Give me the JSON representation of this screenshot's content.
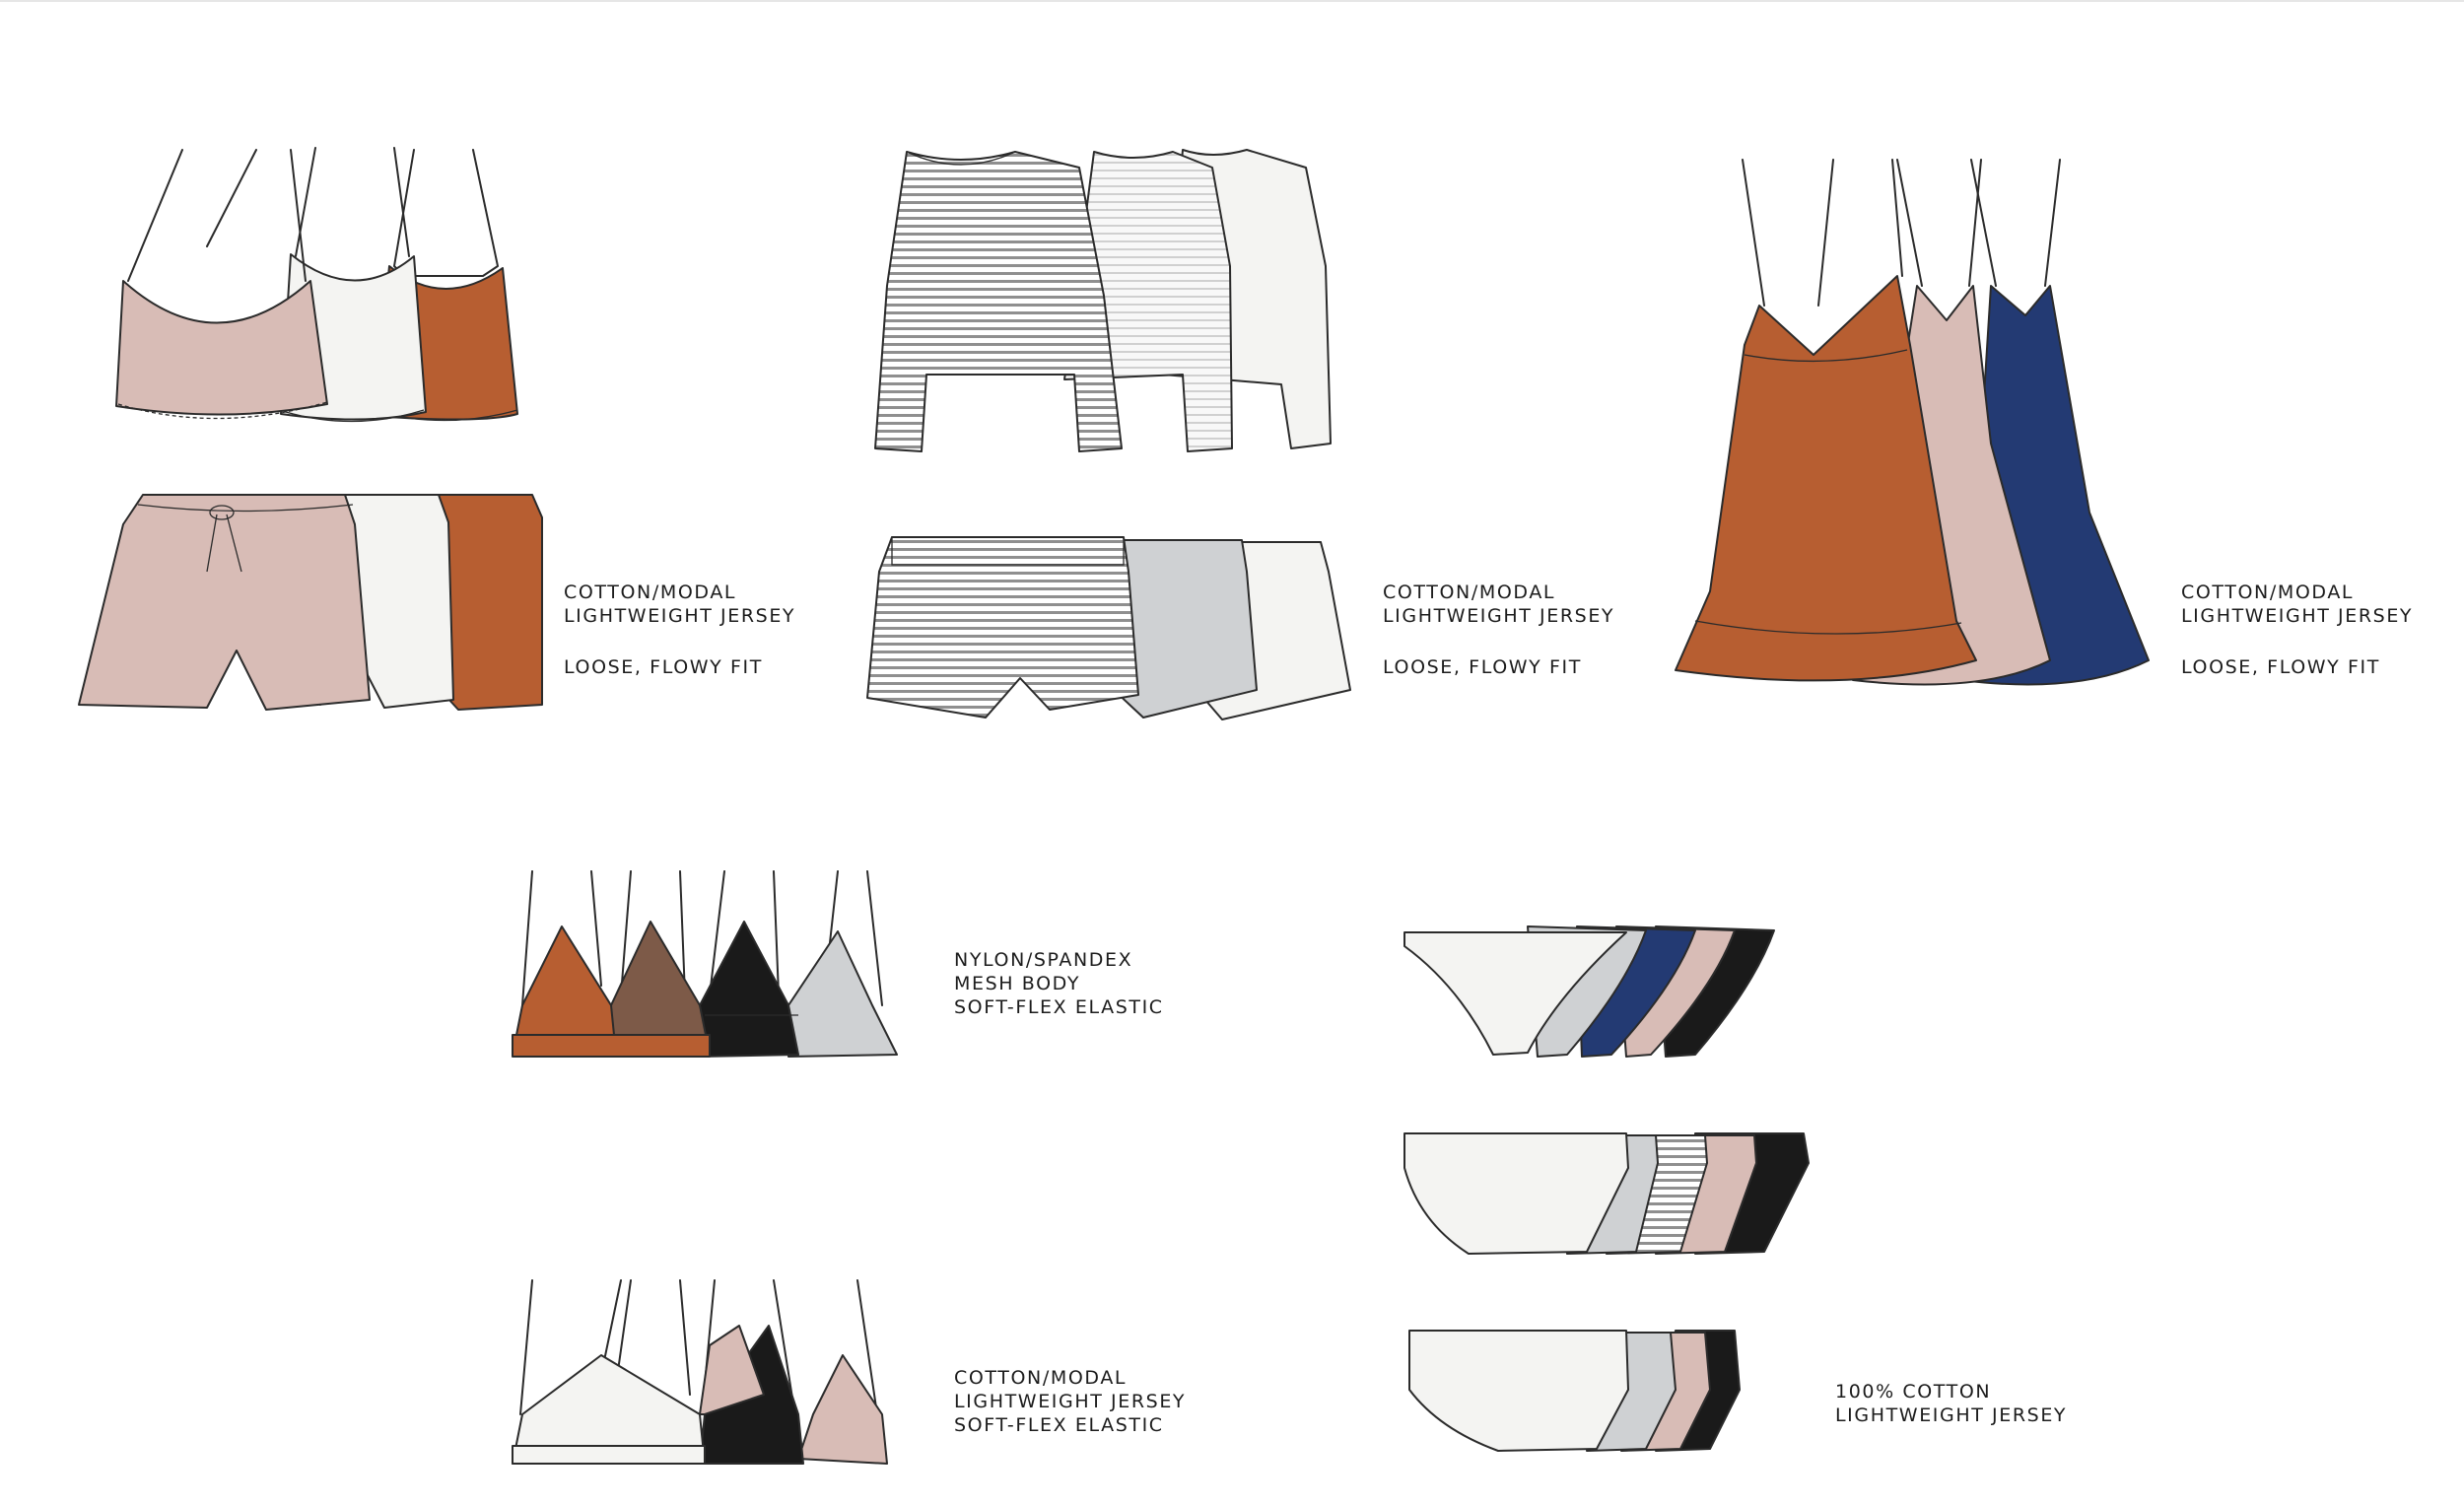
{
  "colors": {
    "rust": "#b75e31",
    "blush": "#d8bcb6",
    "ivory": "#f4f4f2",
    "grey": "#cfd1d3",
    "stripe": "#8f8f8f",
    "navy": "#233a73",
    "black": "#1a1a1a",
    "outline": "#2b2b2b"
  },
  "labels": {
    "cami_shorts": [
      "COTTON/MODAL",
      "LIGHTWEIGHT JERSEY",
      "",
      "LOOSE, FLOWY FIT"
    ],
    "tee_shorts": [
      "COTTON/MODAL",
      "LIGHTWEIGHT JERSEY",
      "",
      "LOOSE, FLOWY FIT"
    ],
    "slip_dress": [
      "COTTON/MODAL",
      "LIGHTWEIGHT JERSEY",
      "",
      "LOOSE, FLOWY FIT"
    ],
    "mesh_bralette": [
      "NYLON/SPANDEX",
      "MESH BODY",
      "SOFT-FLEX ELASTIC"
    ],
    "jersey_bralette": [
      "COTTON/MODAL",
      "LIGHTWEIGHT JERSEY",
      "SOFT-FLEX ELASTIC"
    ],
    "underwear": [
      "100% COTTON",
      "LIGHTWEIGHT JERSEY"
    ]
  }
}
